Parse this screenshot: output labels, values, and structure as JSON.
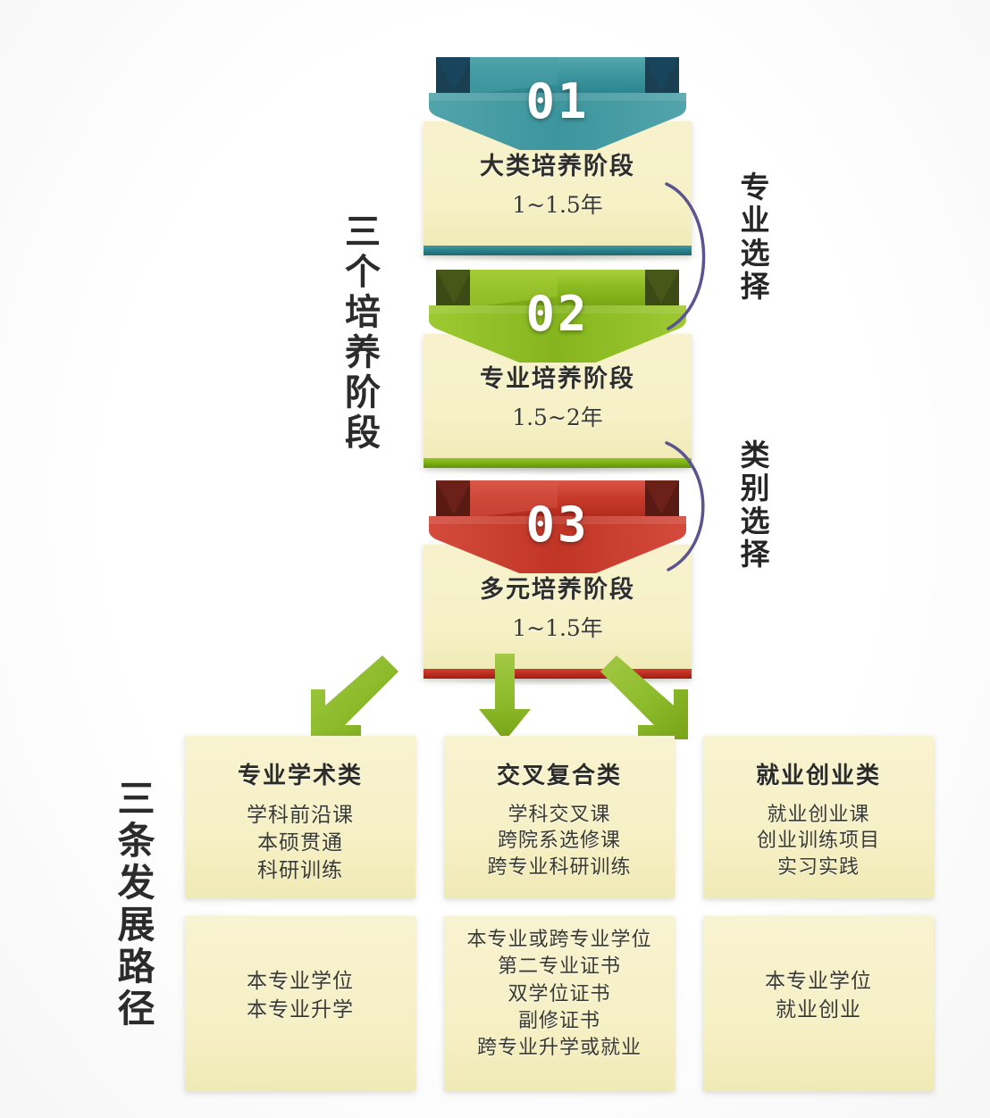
{
  "diagram": {
    "title_stages": "三个培养阶段",
    "title_paths": "三条发展路径",
    "accent_teal": "#2b7f89",
    "accent_green": "#78ad14",
    "accent_red": "#bb2b1d",
    "accent_purple": "#5a5490",
    "card_cream": "#f6f0c6",
    "arrow_green": "#8cbb2a"
  },
  "stages": [
    {
      "number": "01",
      "title": "大类培养阶段",
      "duration": "1~1.5年",
      "color": "#2b7f89"
    },
    {
      "number": "02",
      "title": "专业培养阶段",
      "duration": "1.5~2年",
      "color": "#78ad14"
    },
    {
      "number": "03",
      "title": "多元培养阶段",
      "duration": "1~1.5年",
      "color": "#bb2b1d"
    }
  ],
  "connectors": [
    {
      "label": "专业选择"
    },
    {
      "label": "类别选择"
    }
  ],
  "paths": [
    {
      "title": "专业学术类",
      "items": [
        "学科前沿课",
        "本硕贯通",
        "科研训练"
      ],
      "outcomes": [
        "本专业学位",
        "本专业升学"
      ]
    },
    {
      "title": "交叉复合类",
      "items": [
        "学科交叉课",
        "跨院系选修课",
        "跨专业科研训练"
      ],
      "outcomes": [
        "本专业或跨专业学位",
        "第二专业证书",
        "双学位证书",
        "副修证书",
        "跨专业升学或就业"
      ]
    },
    {
      "title": "就业创业类",
      "items": [
        "就业创业课",
        "创业训练项目",
        "实习实践"
      ],
      "outcomes": [
        "本专业学位",
        "就业创业"
      ]
    }
  ]
}
